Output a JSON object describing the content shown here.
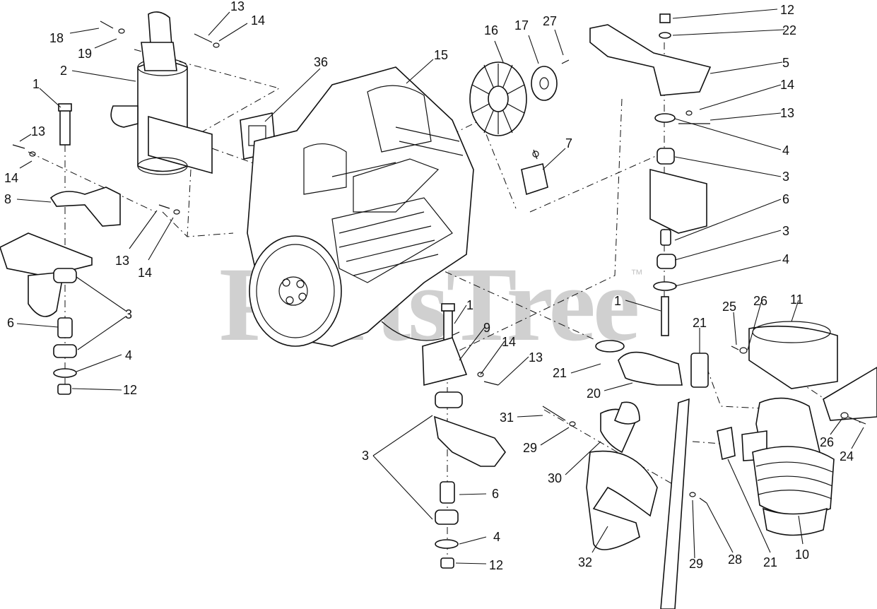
{
  "watermark": {
    "text": "PartsTree",
    "mark": "™"
  },
  "callouts": [
    {
      "id": "c1",
      "label": "13"
    },
    {
      "id": "c2",
      "label": "14"
    },
    {
      "id": "c3",
      "label": "18"
    },
    {
      "id": "c4",
      "label": "19"
    },
    {
      "id": "c5",
      "label": "2"
    },
    {
      "id": "c6",
      "label": "1"
    },
    {
      "id": "c7",
      "label": "13"
    },
    {
      "id": "c8",
      "label": "14"
    },
    {
      "id": "c9",
      "label": "8"
    },
    {
      "id": "c10",
      "label": "13"
    },
    {
      "id": "c11",
      "label": "14"
    },
    {
      "id": "c12",
      "label": "6"
    },
    {
      "id": "c13",
      "label": "3"
    },
    {
      "id": "c14",
      "label": "4"
    },
    {
      "id": "c15",
      "label": "12"
    },
    {
      "id": "c16",
      "label": "36"
    },
    {
      "id": "c17",
      "label": "15"
    },
    {
      "id": "c18",
      "label": "16"
    },
    {
      "id": "c19",
      "label": "17"
    },
    {
      "id": "c20",
      "label": "27"
    },
    {
      "id": "c21",
      "label": "7"
    },
    {
      "id": "c22",
      "label": "12"
    },
    {
      "id": "c23",
      "label": "22"
    },
    {
      "id": "c24",
      "label": "5"
    },
    {
      "id": "c25",
      "label": "14"
    },
    {
      "id": "c26",
      "label": "13"
    },
    {
      "id": "c27",
      "label": "4"
    },
    {
      "id": "c28",
      "label": "3"
    },
    {
      "id": "c29",
      "label": "6"
    },
    {
      "id": "c30",
      "label": "3"
    },
    {
      "id": "c31",
      "label": "4"
    },
    {
      "id": "c32",
      "label": "1"
    },
    {
      "id": "c33",
      "label": "1"
    },
    {
      "id": "c34",
      "label": "9"
    },
    {
      "id": "c35",
      "label": "14"
    },
    {
      "id": "c36",
      "label": "13"
    },
    {
      "id": "c37",
      "label": "21"
    },
    {
      "id": "c38",
      "label": "20"
    },
    {
      "id": "c39",
      "label": "21"
    },
    {
      "id": "c40",
      "label": "25"
    },
    {
      "id": "c41",
      "label": "26"
    },
    {
      "id": "c42",
      "label": "11"
    },
    {
      "id": "c43",
      "label": "31"
    },
    {
      "id": "c44",
      "label": "29"
    },
    {
      "id": "c45",
      "label": "30"
    },
    {
      "id": "c46",
      "label": "3"
    },
    {
      "id": "c47",
      "label": "6"
    },
    {
      "id": "c48",
      "label": "4"
    },
    {
      "id": "c49",
      "label": "12"
    },
    {
      "id": "c50",
      "label": "32"
    },
    {
      "id": "c51",
      "label": "29"
    },
    {
      "id": "c52",
      "label": "28"
    },
    {
      "id": "c53",
      "label": "21"
    },
    {
      "id": "c54",
      "label": "10"
    },
    {
      "id": "c55",
      "label": "26"
    },
    {
      "id": "c56",
      "label": "24"
    }
  ]
}
